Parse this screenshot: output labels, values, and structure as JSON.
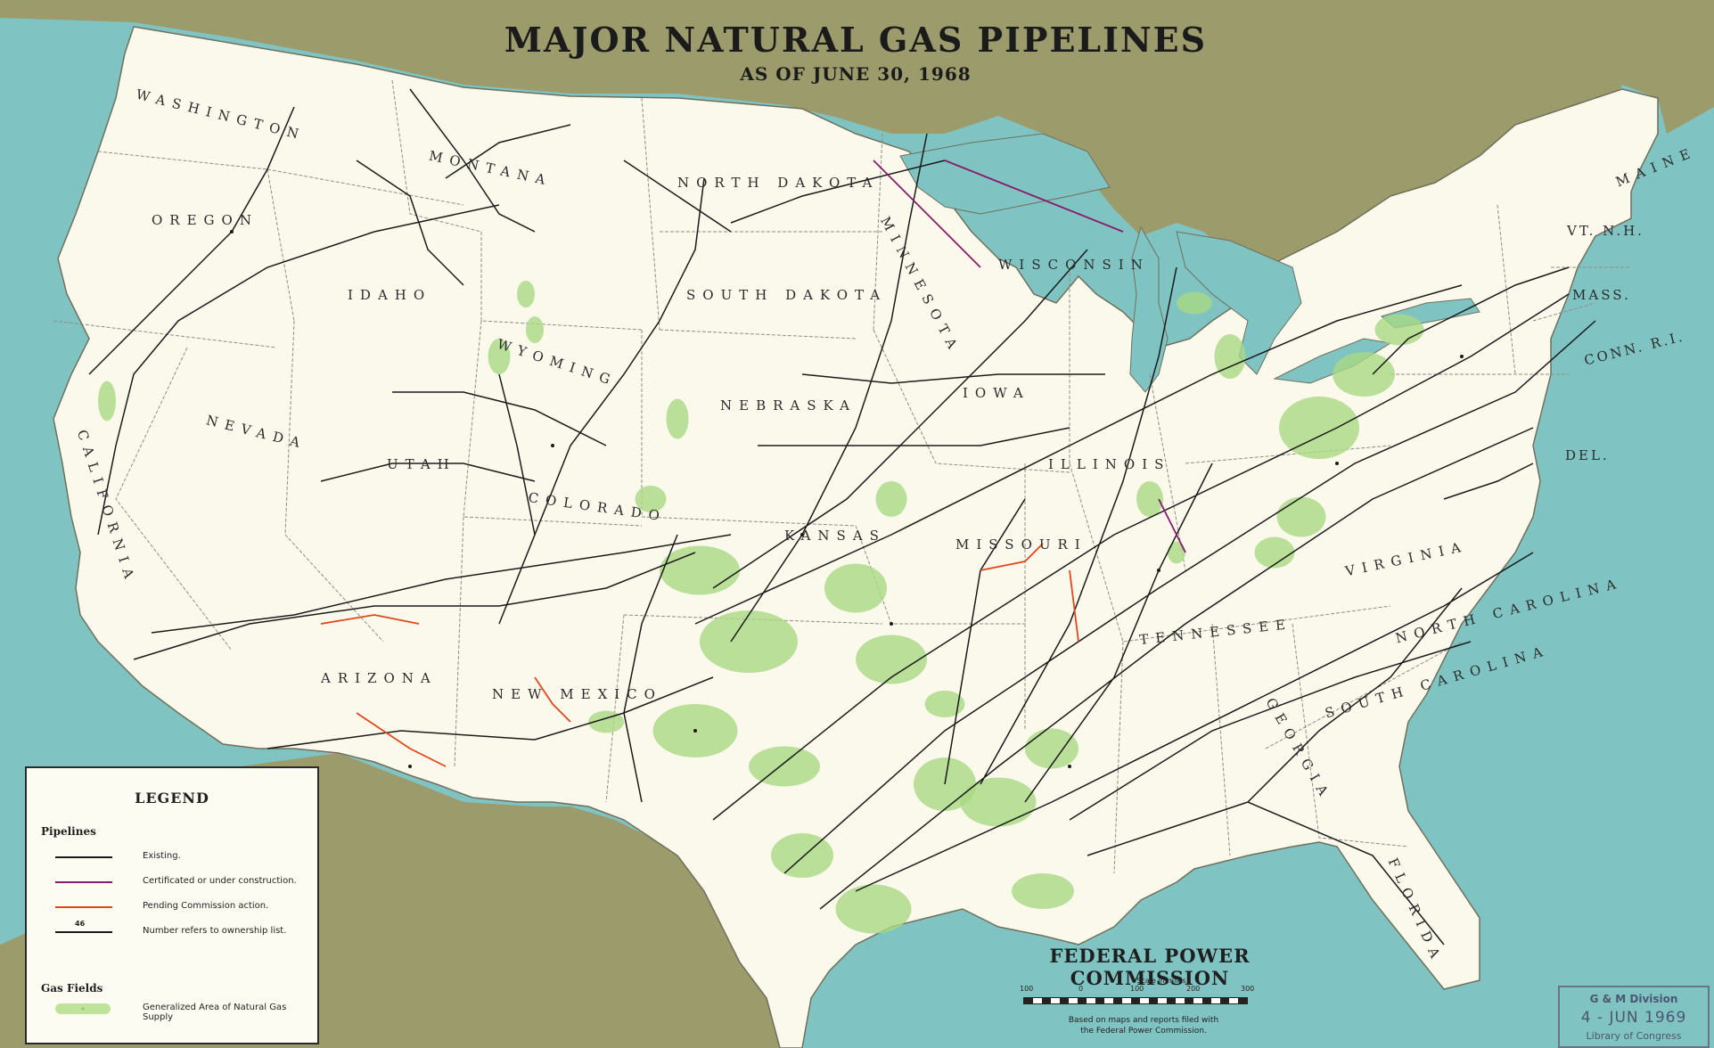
{
  "map": {
    "title": "MAJOR NATURAL GAS PIPELINES",
    "subtitle": "AS OF JUNE 30, 1968",
    "colors": {
      "ocean": "#7fc4c2",
      "foreign_land": "#9c9b6c",
      "us_land": "#fbf9ec",
      "state_border": "#8e8e86",
      "gas_field": "#a9d884",
      "pipeline_existing": "#1a1a1a",
      "pipeline_certificated": "#8a1b6a",
      "pipeline_pending": "#e2471b"
    },
    "state_labels": [
      {
        "id": "washington",
        "text": "WASHINGTON"
      },
      {
        "id": "oregon",
        "text": "OREGON"
      },
      {
        "id": "idaho",
        "text": "IDAHO"
      },
      {
        "id": "montana",
        "text": "MONTANA"
      },
      {
        "id": "north-dakota",
        "text": "NORTH DAKOTA"
      },
      {
        "id": "south-dakota",
        "text": "SOUTH DAKOTA"
      },
      {
        "id": "wyoming",
        "text": "WYOMING"
      },
      {
        "id": "nevada",
        "text": "NEVADA"
      },
      {
        "id": "utah",
        "text": "UTAH"
      },
      {
        "id": "colorado",
        "text": "COLORADO"
      },
      {
        "id": "nebraska",
        "text": "NEBRASKA"
      },
      {
        "id": "kansas",
        "text": "KANSAS"
      },
      {
        "id": "california",
        "text": "CALIFORNIA"
      },
      {
        "id": "arizona",
        "text": "ARIZONA"
      },
      {
        "id": "new-mexico",
        "text": "NEW MEXICO"
      },
      {
        "id": "minnesota",
        "text": "MINNESOTA"
      },
      {
        "id": "wisconsin",
        "text": "WISCONSIN"
      },
      {
        "id": "iowa",
        "text": "IOWA"
      },
      {
        "id": "illinois",
        "text": "ILLINOIS"
      },
      {
        "id": "missouri",
        "text": "MISSOURI"
      },
      {
        "id": "tennessee",
        "text": "TENNESSEE"
      },
      {
        "id": "virginia",
        "text": "VIRGINIA"
      },
      {
        "id": "north-carolina",
        "text": "NORTH CAROLINA"
      },
      {
        "id": "south-carolina",
        "text": "SOUTH CAROLINA"
      },
      {
        "id": "georgia",
        "text": "GEORGIA"
      },
      {
        "id": "florida",
        "text": "FLORIDA"
      },
      {
        "id": "maine",
        "text": "MAINE"
      },
      {
        "id": "vt-nh",
        "text": "VT. N.H."
      },
      {
        "id": "mass",
        "text": "MASS."
      },
      {
        "id": "conn-ri",
        "text": "CONN. R.I."
      },
      {
        "id": "del",
        "text": "DEL."
      }
    ]
  },
  "legend": {
    "title": "LEGEND",
    "pipelines_heading": "Pipelines",
    "items": [
      {
        "label": "Existing.",
        "color": "#1a1a1a"
      },
      {
        "label": "Certificated or under construction.",
        "color": "#8a1b6a"
      },
      {
        "label": "Pending Commission action.",
        "color": "#e2471b"
      },
      {
        "label": "Number refers to ownership list.",
        "color": "#1a1a1a",
        "number": "46"
      }
    ],
    "gas_fields_heading": "Gas Fields",
    "gas_fields_label": "Generalized Area of Natural Gas Supply"
  },
  "footer": {
    "agency": "FEDERAL POWER COMMISSION",
    "scale_title": "Scale in miles",
    "scale_ticks": [
      "100",
      "0",
      "100",
      "200",
      "300"
    ],
    "note_line1": "Based on maps and reports filed with",
    "note_line2": "the Federal Power Commission."
  },
  "stamp": {
    "line1": "G & M Division",
    "line2": "4 - JUN 1969",
    "line3": "Library of Congress"
  }
}
